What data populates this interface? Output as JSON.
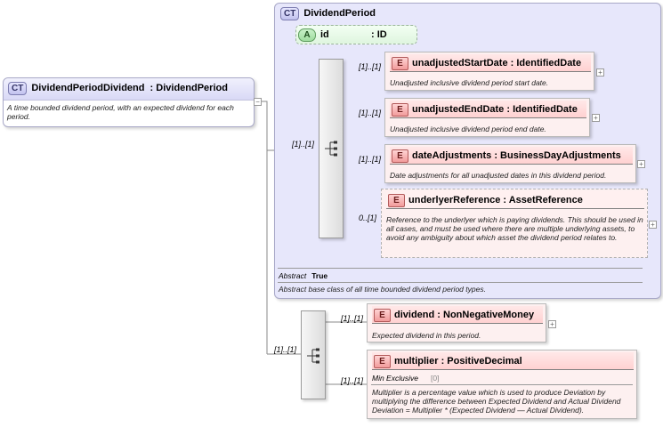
{
  "badges": {
    "complex_type": "CT",
    "attribute": "A",
    "element": "E"
  },
  "main_type": {
    "name": "DividendPeriodDividend",
    "type": ": DividendPeriod",
    "doc": "A time bounded dividend period, with an expected dividend for each period."
  },
  "base_type": {
    "name": "DividendPeriod",
    "abstract_label": "Abstract",
    "abstract_value": "True",
    "doc": "Abstract base class of all time bounded dividend period types."
  },
  "attribute": {
    "name": "id",
    "type": ": ID"
  },
  "base_sequence": {
    "occurrence": "[1]..[1]",
    "elements": [
      {
        "name": "unadjustedStartDate",
        "type": ": IdentifiedDate",
        "occurrence": "[1]..[1]",
        "doc": "Unadjusted inclusive dividend period start date."
      },
      {
        "name": "unadjustedEndDate",
        "type": ": IdentifiedDate",
        "occurrence": "[1]..[1]",
        "doc": "Unadjusted inclusive dividend period end date."
      },
      {
        "name": "dateAdjustments",
        "type": ": BusinessDayAdjustments",
        "occurrence": "[1]..[1]",
        "doc": "Date adjustments for all unadjusted dates in this dividend period."
      },
      {
        "name": "underlyerReference",
        "type": ": AssetReference",
        "occurrence": "0..[1]",
        "doc": "Reference to the underlyer which is paying dividends. This should be used in all cases, and must be used where there are multiple underlying assets, to avoid any ambiguity about which asset the dividend period relates to."
      }
    ]
  },
  "ext_sequence": {
    "occurrence": "[1]..[1]",
    "elements": [
      {
        "name": "dividend",
        "type": ": NonNegativeMoney",
        "occurrence": "[1]..[1]",
        "doc": "Expected dividend in this period."
      },
      {
        "name": "multiplier",
        "type": ": PositiveDecimal",
        "occurrence": "[1]..[1]",
        "facet_label": "Min Exclusive",
        "facet_value": "[0]",
        "doc": "Multiplier is a percentage value which is used to produce Deviation by multiplying the difference between Expected Dividend and Actual Dividend Deviation = Multiplier * (Expected Dividend — Actual Dividend)."
      }
    ]
  },
  "icons": {
    "expand": "plus-icon",
    "sequence": "sequence-icon",
    "complex_type": "complex-type-icon"
  },
  "colors": {
    "ct_fill": "#e7e7fb",
    "element_fill": "#fdf0f0",
    "attribute_fill": "#dff5df"
  }
}
